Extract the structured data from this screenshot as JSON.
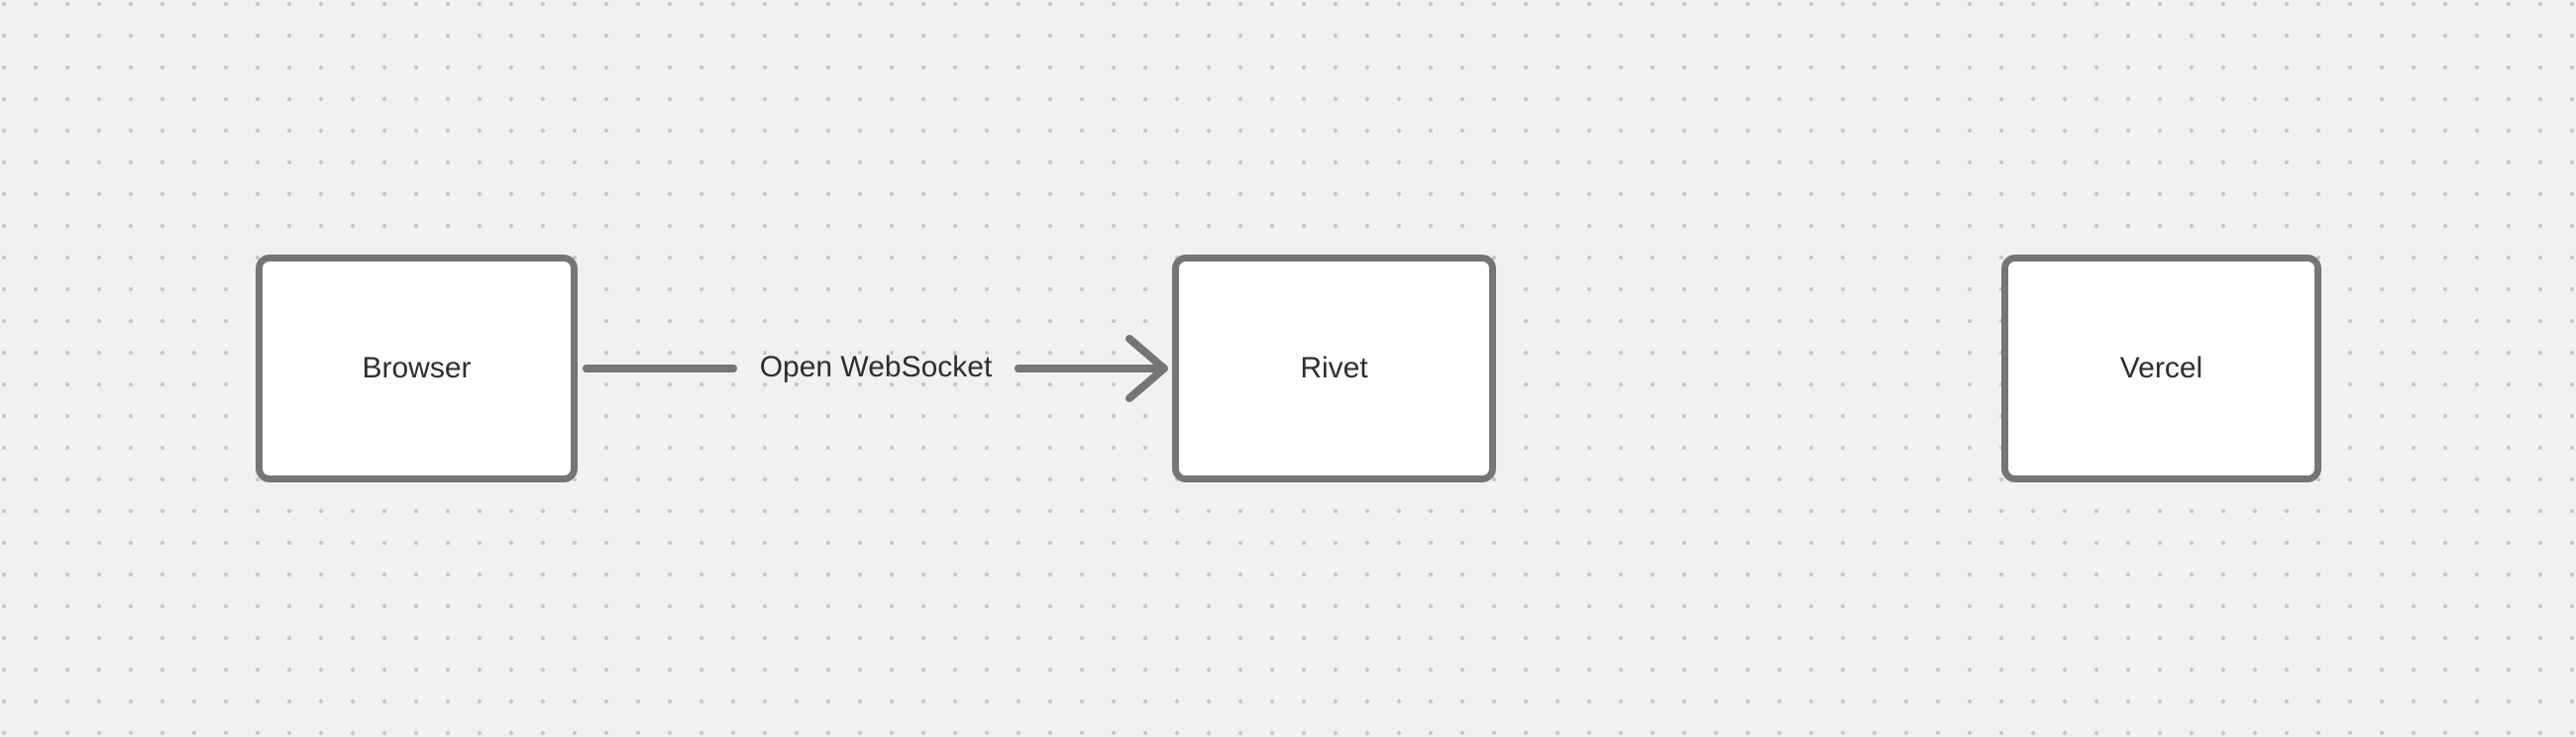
{
  "canvas": {
    "background": "#f1f1f1",
    "dot_color": "#c7c7c7",
    "stroke_color": "#757575",
    "node_fill": "#ffffff",
    "text_color": "#2e2e2e"
  },
  "nodes": [
    {
      "id": "browser",
      "label": "Browser"
    },
    {
      "id": "rivet",
      "label": "Rivet"
    },
    {
      "id": "vercel",
      "label": "Vercel"
    }
  ],
  "edges": [
    {
      "from": "browser",
      "to": "rivet",
      "label": "Open WebSocket",
      "direction": "right"
    }
  ]
}
